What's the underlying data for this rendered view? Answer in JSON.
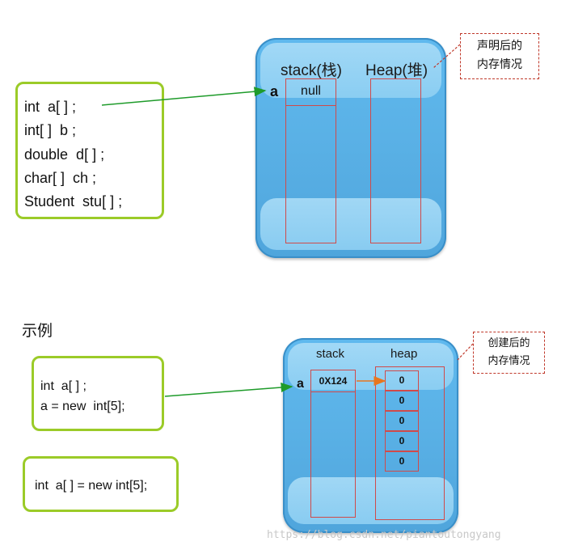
{
  "top_diagram": {
    "code_lines": [
      "int  a[ ] ;",
      "int[ ]  b ;",
      "double  d[ ] ;",
      "char[ ]  ch ;",
      "Student  stu[ ] ;"
    ],
    "stack_title": "stack(栈)",
    "heap_title": "Heap(堆)",
    "var_label": "a",
    "stack_cell_value": "null",
    "callout_lines": [
      "声明后的",
      "内存情况"
    ]
  },
  "section_heading": "示例",
  "bottom_diagram": {
    "code_lines": [
      "int  a[ ] ;",
      "a = new  int[5];"
    ],
    "code2_line": "int  a[ ] = new int[5];",
    "stack_title": "stack",
    "heap_title": "heap",
    "var_label": "a",
    "stack_cell_value": "0X124",
    "heap_cells": [
      "0",
      "0",
      "0",
      "0",
      "0"
    ],
    "callout_lines": [
      "创建后的",
      "内存情况"
    ]
  },
  "watermark": "https://blog.csdn.net/piantoutongyang",
  "colors": {
    "code_border": "#9bcb28",
    "memory_blue": "#5ab1e6",
    "cell_border": "#d04a4a",
    "arrow_green": "#1e9b2a",
    "arrow_orange": "#e8761e"
  }
}
